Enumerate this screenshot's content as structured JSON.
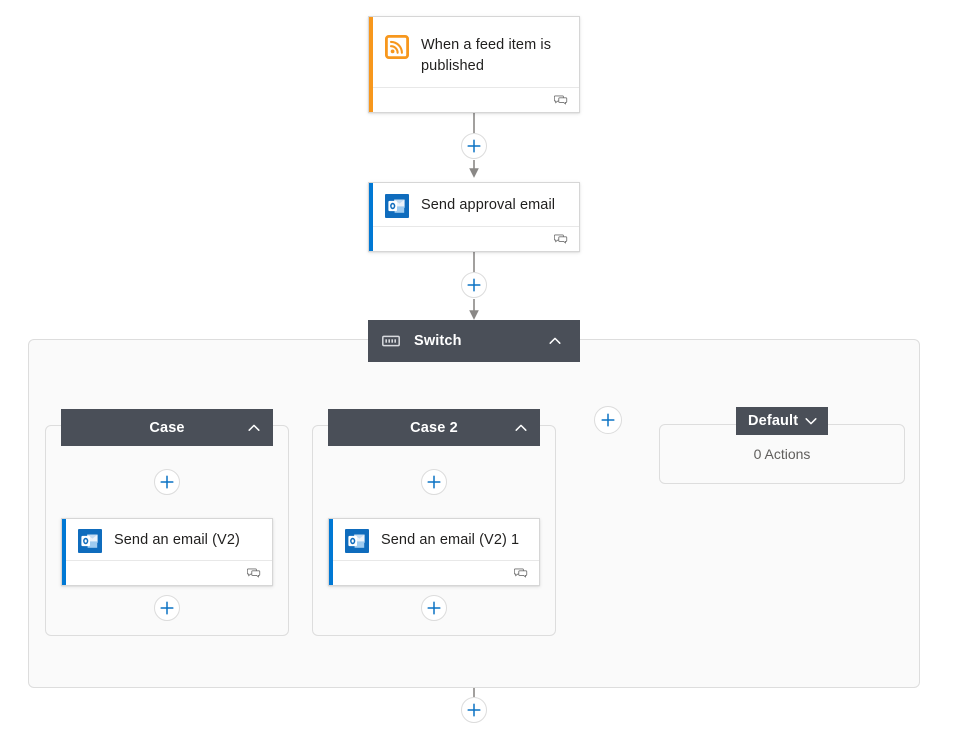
{
  "flow": {
    "trigger": {
      "title": "When a feed item is published",
      "icon": "rss-icon",
      "accent_color": "#f7971d",
      "comment_icon": "comment-icon"
    },
    "actions": [
      {
        "title": "Send approval email",
        "icon": "outlook-icon",
        "accent_color": "#0078d4",
        "comment_icon": "comment-icon"
      }
    ],
    "switch": {
      "label": "Switch",
      "icon": "switch-icon",
      "collapse_icon": "chevron-up-icon",
      "cases": [
        {
          "label": "Case",
          "collapse_icon": "chevron-up-icon",
          "action": {
            "title": "Send an email (V2)",
            "icon": "outlook-icon",
            "accent_color": "#0078d4",
            "comment_icon": "comment-icon"
          }
        },
        {
          "label": "Case 2",
          "collapse_icon": "chevron-up-icon",
          "action": {
            "title": "Send an email (V2) 1",
            "icon": "outlook-icon",
            "accent_color": "#0078d4",
            "comment_icon": "comment-icon"
          }
        }
      ],
      "add_case_button": {
        "icon": "plus-icon",
        "label": "+"
      },
      "default": {
        "label": "Default",
        "collapse_icon": "chevron-down-icon",
        "empty_text": "0 Actions"
      }
    },
    "add_buttons": [
      {
        "name": "add-step-after-trigger",
        "label": "+"
      },
      {
        "name": "add-step-after-send-approval-email",
        "label": "+"
      },
      {
        "name": "add-step-case-top",
        "label": "+"
      },
      {
        "name": "add-step-case-bottom",
        "label": "+"
      },
      {
        "name": "add-step-case2-top",
        "label": "+"
      },
      {
        "name": "add-step-case2-bottom",
        "label": "+"
      },
      {
        "name": "add-step-after-switch",
        "label": "+"
      }
    ],
    "colors": {
      "scope_header": "#4a4f58",
      "accent_blue": "#0078d4",
      "accent_orange": "#f7971d",
      "connector": "#8a8886",
      "container_bg": "#fafafa",
      "container_border": "#dddddd"
    }
  }
}
